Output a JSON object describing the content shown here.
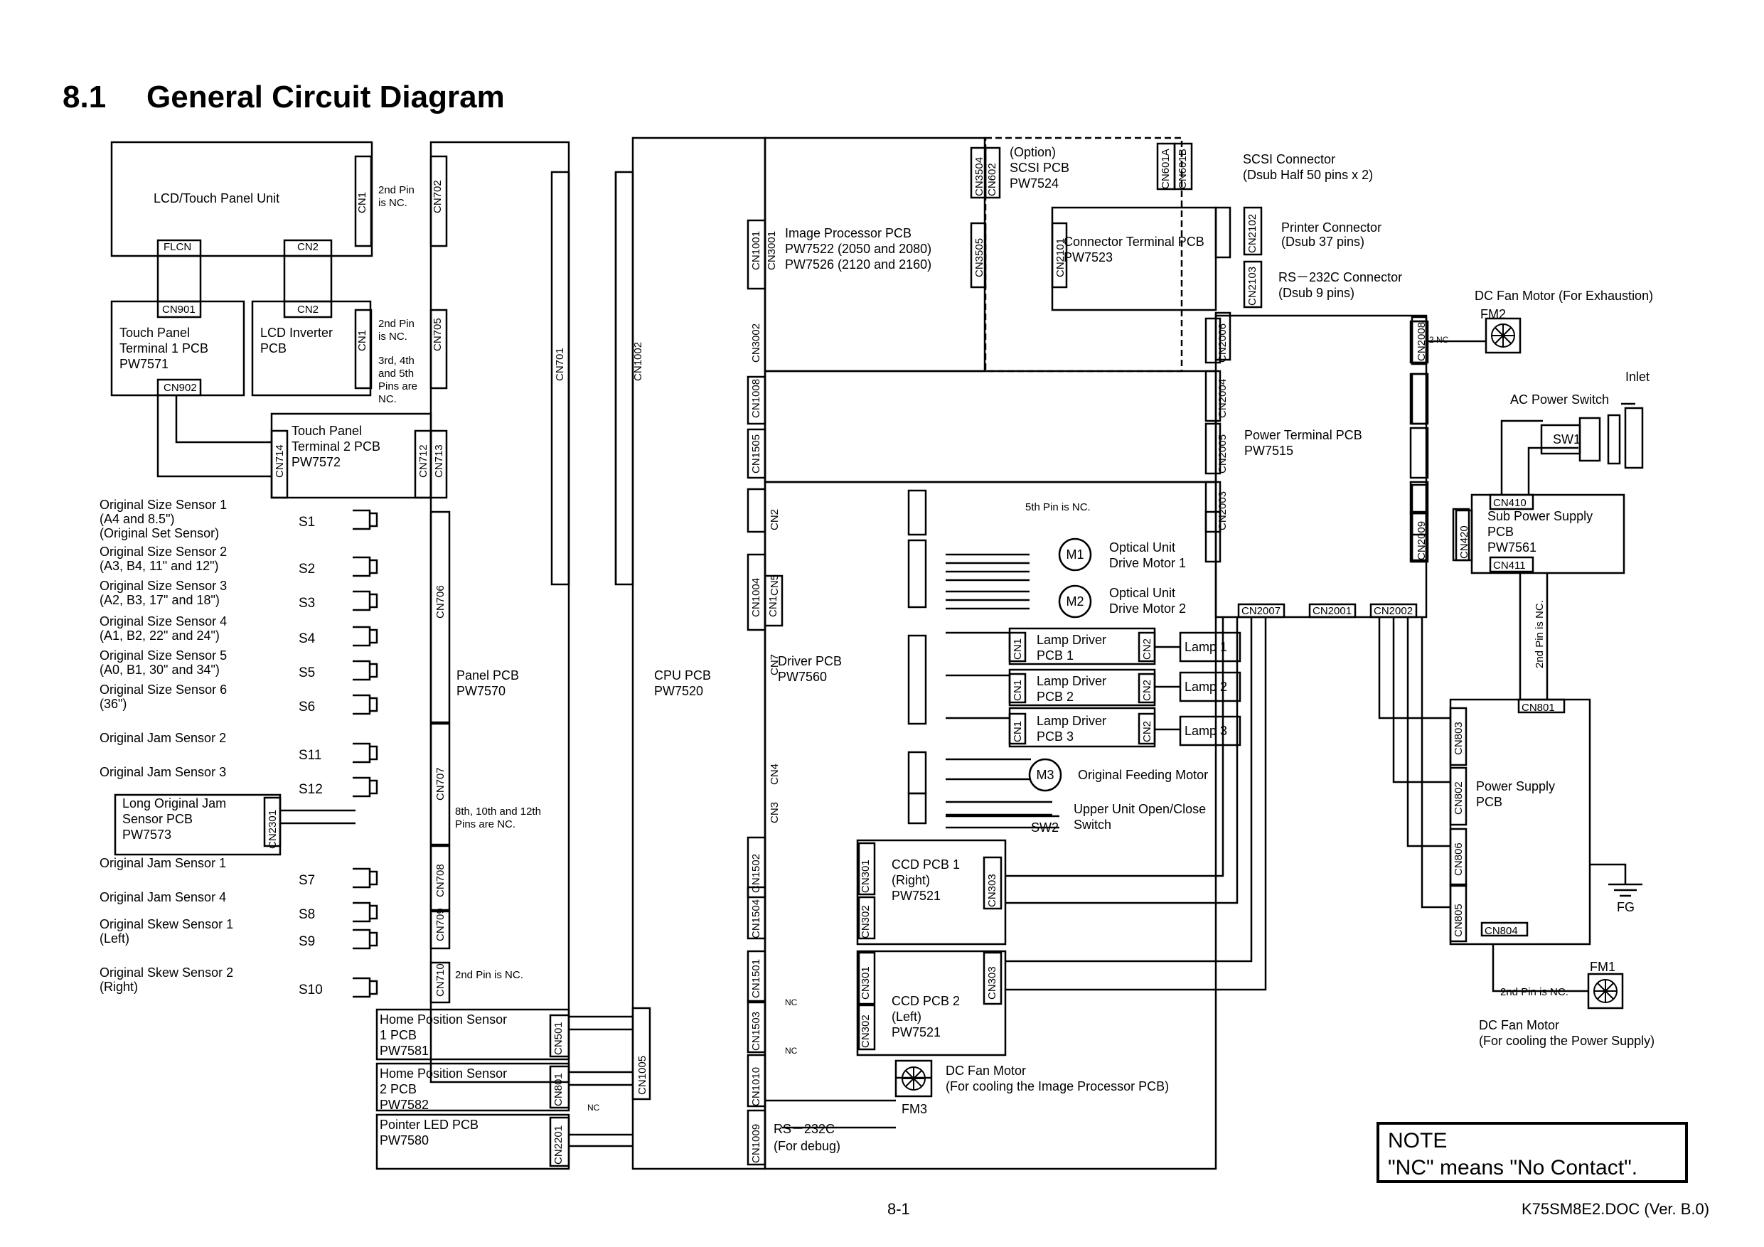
{
  "section": {
    "number": "8.1",
    "title": "General Circuit Diagram"
  },
  "note": {
    "title": "NOTE",
    "text": "\"NC\" means \"No Contact\"."
  },
  "footer": {
    "page": "8-1",
    "doc": "K75SM8E2.DOC (Ver. B.0)"
  },
  "boxes": [
    {
      "id": "lcd",
      "lines": [
        "LCD/Touch Panel Unit"
      ]
    },
    {
      "id": "tp1",
      "lines": [
        "Touch Panel",
        "Terminal 1 PCB",
        "PW7571"
      ]
    },
    {
      "id": "lcdinv",
      "lines": [
        "LCD Inverter",
        "PCB"
      ]
    },
    {
      "id": "tp2",
      "lines": [
        "Touch Panel",
        "Terminal 2 PCB",
        "PW7572"
      ]
    },
    {
      "id": "panel",
      "lines": [
        "Panel PCB",
        "PW7570"
      ]
    },
    {
      "id": "cpu",
      "lines": [
        "CPU PCB",
        "PW7520"
      ]
    },
    {
      "id": "imgproc",
      "lines": [
        "Image Processor PCB",
        "PW7522 (2050 and 2080)",
        "PW7526 (2120 and 2160)"
      ]
    },
    {
      "id": "scsi",
      "lines": [
        "(Option)",
        "SCSI PCB",
        "PW7524"
      ]
    },
    {
      "id": "conn",
      "lines": [
        "Connector Terminal PCB",
        "PW7523"
      ]
    },
    {
      "id": "powterm",
      "lines": [
        "Power Terminal PCB",
        "PW7515"
      ]
    },
    {
      "id": "driver",
      "lines": [
        "Driver PCB",
        "PW7560"
      ]
    },
    {
      "id": "subps",
      "lines": [
        "Sub Power Supply",
        "PCB",
        "PW7561"
      ]
    },
    {
      "id": "ps",
      "lines": [
        "Power Supply",
        "PCB"
      ]
    },
    {
      "id": "lamp1drv",
      "lines": [
        "Lamp Driver",
        "PCB 1"
      ]
    },
    {
      "id": "lamp2drv",
      "lines": [
        "Lamp Driver",
        "PCB 2"
      ]
    },
    {
      "id": "lamp3drv",
      "lines": [
        "Lamp Driver",
        "PCB 3"
      ]
    },
    {
      "id": "lamp1",
      "lines": [
        "Lamp 1"
      ]
    },
    {
      "id": "lamp2",
      "lines": [
        "Lamp 2"
      ]
    },
    {
      "id": "lamp3",
      "lines": [
        "Lamp 3"
      ]
    },
    {
      "id": "ccd1",
      "lines": [
        "CCD PCB 1",
        "(Right)",
        "PW7521"
      ]
    },
    {
      "id": "ccd2",
      "lines": [
        "CCD PCB 2",
        "(Left)",
        "PW7521"
      ]
    },
    {
      "id": "longjam",
      "lines": [
        "Long Original Jam",
        "Sensor PCB",
        "PW7573"
      ]
    },
    {
      "id": "hps1",
      "lines": [
        "Home Position Sensor",
        "1 PCB",
        "PW7581"
      ]
    },
    {
      "id": "hps2",
      "lines": [
        "Home Position Sensor",
        "2 PCB",
        "PW7582"
      ]
    },
    {
      "id": "led",
      "lines": [
        "Pointer LED PCB",
        "PW7580"
      ]
    }
  ],
  "sensors": [
    {
      "lines": [
        "Original Size Sensor 1",
        "(A4 and 8.5\")",
        "(Original Set Sensor)"
      ],
      "sw": "S1"
    },
    {
      "lines": [
        "Original Size Sensor 2",
        "(A3, B4, 11\" and 12\")"
      ],
      "sw": "S2"
    },
    {
      "lines": [
        "Original Size Sensor 3",
        "(A2, B3, 17\" and 18\")"
      ],
      "sw": "S3"
    },
    {
      "lines": [
        "Original Size Sensor 4",
        "(A1, B2, 22\" and 24\")"
      ],
      "sw": "S4"
    },
    {
      "lines": [
        "Original Size Sensor 5",
        "(A0, B1, 30\" and 34\")"
      ],
      "sw": "S5"
    },
    {
      "lines": [
        "Original Size Sensor 6",
        "(36\")"
      ],
      "sw": "S6"
    },
    {
      "lines": [
        "Original Jam Sensor 2"
      ],
      "sw": "S11"
    },
    {
      "lines": [
        "Original Jam Sensor 3"
      ],
      "sw": "S12"
    },
    {
      "lines": [
        "Original Jam Sensor 1"
      ],
      "sw": "S7"
    },
    {
      "lines": [
        "Original Jam Sensor 4"
      ],
      "sw": "S8"
    },
    {
      "lines": [
        "Original Skew Sensor 1",
        "(Left)"
      ],
      "sw": "S9"
    },
    {
      "lines": [
        "Original Skew Sensor 2",
        "(Right)"
      ],
      "sw": "S10"
    }
  ],
  "connectors": [
    "CN1",
    "CN702",
    "FLCN",
    "CN2",
    "CN901",
    "CN2",
    "CN1",
    "CN705",
    "CN902",
    "CN714",
    "CN712",
    "CN713",
    "CN706",
    "CN707",
    "CN2301",
    "CN708",
    "CN709",
    "CN710",
    "CN701",
    "CN1002",
    "CN1001",
    "CN3001",
    "CN3504",
    "CN602",
    "CN601A",
    "CN601B",
    "CN3505",
    "CN2101",
    "CN2102",
    "CN2103",
    "CN3002",
    "CN2006",
    "CN1008",
    "CN2004",
    "CN1505",
    "CN2005",
    "CN2",
    "CN2003",
    "CN2008",
    "CN5",
    "CN2009",
    "CN420",
    "CN410",
    "CN411",
    "CN1004",
    "CN1",
    "CN2007",
    "CN2001",
    "CN2002",
    "CN7",
    "CN1",
    "CN2",
    "CN1",
    "CN2",
    "CN1",
    "CN2",
    "CN803",
    "CN801",
    "CN4",
    "CN802",
    "CN3",
    "CN1502",
    "CN301",
    "CN303",
    "CN806",
    "CN1504",
    "CN302",
    "CN805",
    "CN804",
    "CN1501",
    "CN301",
    "CN303",
    "CN1503",
    "CN302",
    "CN501",
    "CN1005",
    "CN801",
    "CN1010",
    "CN2201",
    "CN1009"
  ],
  "motors": [
    {
      "id": "M1",
      "lines": [
        "Optical Unit",
        "Drive Motor 1"
      ]
    },
    {
      "id": "M2",
      "lines": [
        "Optical Unit",
        "Drive Motor 2"
      ]
    },
    {
      "id": "M3",
      "lines": [
        "Original Feeding Motor"
      ]
    }
  ],
  "fans": [
    {
      "id": "FM2",
      "lines": [
        "DC Fan Motor (For Exhaustion)"
      ]
    },
    {
      "id": "FM1",
      "lines": [
        "DC Fan Motor",
        "(For cooling the Power Supply)"
      ]
    },
    {
      "id": "FM3",
      "lines": [
        "DC Fan Motor",
        "(For cooling the Image Processor PCB)"
      ]
    }
  ],
  "labels": {
    "scsi_conn": [
      "SCSI Connector",
      "(Dsub Half 50 pins x 2)"
    ],
    "printer_conn": [
      "Printer Connector",
      "(Dsub 37 pins)"
    ],
    "rs232_conn": [
      "RS－232C Connector",
      "(Dsub 9 pins)"
    ],
    "rs232_debug": [
      "RS－232C",
      "(For debug)"
    ],
    "inlet": "Inlet",
    "ac_switch": "AC Power Switch",
    "sw1": "SW1",
    "sw2": "SW2",
    "upper_switch": [
      "Upper Unit Open/Close",
      "Switch"
    ],
    "fg": "FG",
    "fifth_pin_nc": "5th Pin is NC.",
    "second_pin_nc": "2nd Pin is NC.",
    "second_pin_nc_short": "2nd Pin",
    "is_nc": "is NC.",
    "pins_345": [
      "3rd, 4th",
      "and 5th",
      "Pins are",
      "NC."
    ],
    "pins_8_10_12": [
      "8th, 10th and 12th",
      "Pins are NC."
    ],
    "vertical_2nd_pin": "2nd Pin is NC.",
    "nc": "NC",
    "two_nc": "2 NC"
  }
}
